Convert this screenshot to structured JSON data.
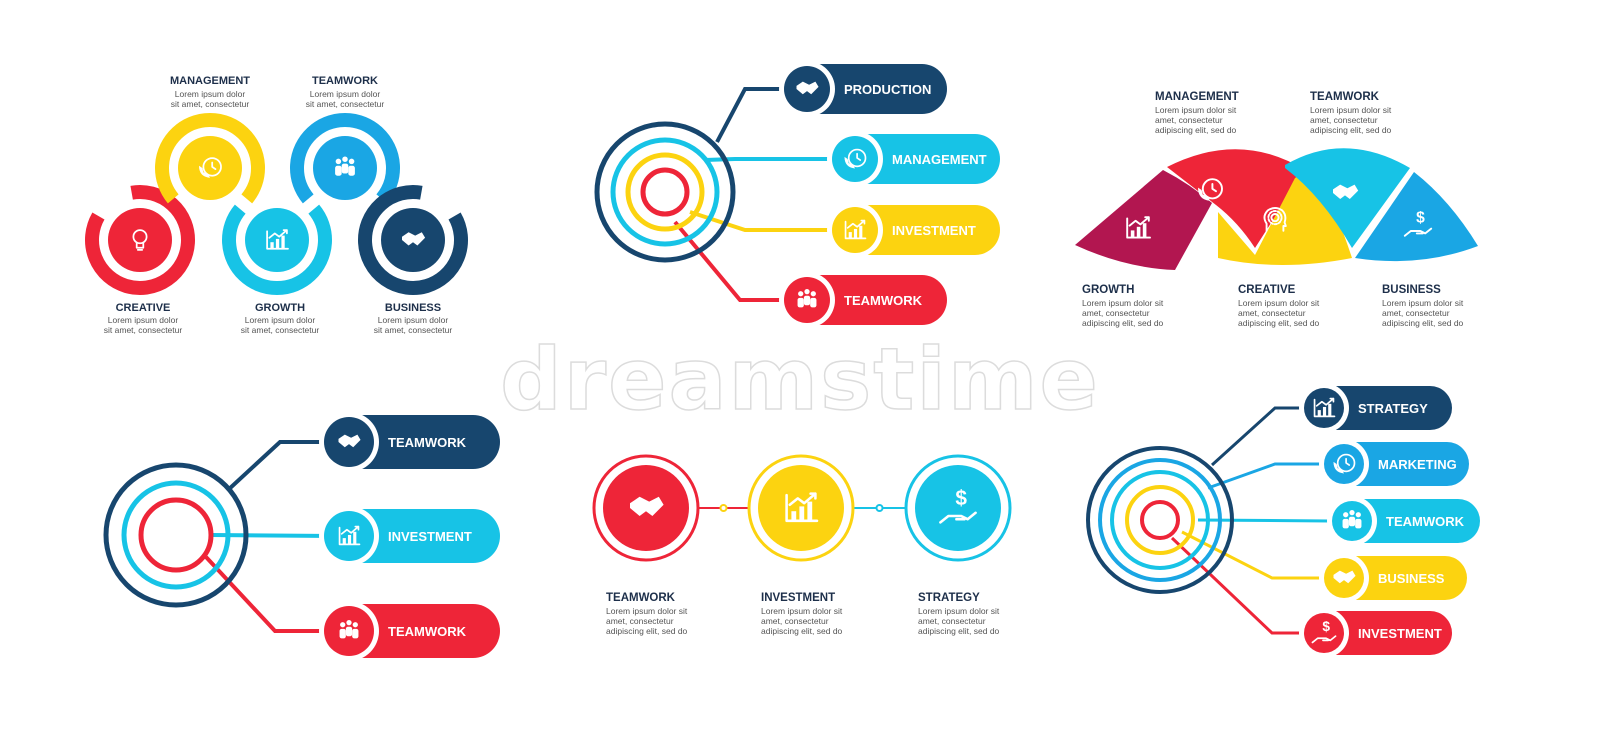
{
  "colors": {
    "navy": "#17466e",
    "red": "#ee2538",
    "yellow": "#fcd310",
    "cyan": "#17c3e6",
    "blue": "#1aa6e4",
    "maroon": "#b21650",
    "text": "#1d2f4a",
    "body": "#555555"
  },
  "watermark": "dreamstime",
  "lorem": {
    "short": [
      "Lorem ipsum dolor",
      "sit amet, consectetur"
    ],
    "long": [
      "Lorem ipsum dolor sit",
      "amet, consectetur",
      "adipiscing elit, sed do"
    ]
  },
  "panel1": {
    "top_labels": [
      {
        "title": "MANAGEMENT",
        "icon": "phone-clock-icon"
      },
      {
        "title": "TEAMWORK",
        "icon": "people-icon"
      }
    ],
    "bottom_labels": [
      {
        "title": "CREATIVE",
        "icon": "lightbulb-icon"
      },
      {
        "title": "GROWTH",
        "icon": "chart-icon"
      },
      {
        "title": "BUSINESS",
        "icon": "handshake-icon"
      }
    ]
  },
  "panel2": {
    "items": [
      {
        "label": "PRODUCTION",
        "icon": "handshake-icon",
        "color": "navy"
      },
      {
        "label": "MANAGEMENT",
        "icon": "phone-clock-icon",
        "color": "cyan"
      },
      {
        "label": "INVESTMENT",
        "icon": "chart-icon",
        "color": "yellow"
      },
      {
        "label": "TEAMWORK",
        "icon": "people-icon",
        "color": "red"
      }
    ]
  },
  "panel3": {
    "top_labels": [
      {
        "title": "MANAGEMENT",
        "icon": "phone-clock-icon"
      },
      {
        "title": "TEAMWORK",
        "icon": "handshake-icon"
      }
    ],
    "bottom_labels": [
      {
        "title": "GROWTH",
        "icon": "chart-icon"
      },
      {
        "title": "CREATIVE",
        "icon": "head-gear-icon"
      },
      {
        "title": "BUSINESS",
        "icon": "money-hand-icon"
      }
    ]
  },
  "panel4": {
    "items": [
      {
        "label": "TEAMWORK",
        "icon": "handshake-icon",
        "color": "navy"
      },
      {
        "label": "INVESTMENT",
        "icon": "chart-icon",
        "color": "cyan"
      },
      {
        "label": "TEAMWORK",
        "icon": "people-icon",
        "color": "red"
      }
    ]
  },
  "panel5": {
    "items": [
      {
        "title": "TEAMWORK",
        "icon": "handshake-icon",
        "color": "red"
      },
      {
        "title": "INVESTMENT",
        "icon": "chart-icon",
        "color": "yellow"
      },
      {
        "title": "STRATEGY",
        "icon": "money-hand-icon",
        "color": "cyan"
      }
    ]
  },
  "panel6": {
    "items": [
      {
        "label": "STRATEGY",
        "icon": "chart-icon",
        "color": "navy"
      },
      {
        "label": "MARKETING",
        "icon": "phone-clock-icon",
        "color": "blue"
      },
      {
        "label": "TEAMWORK",
        "icon": "people-icon",
        "color": "cyan"
      },
      {
        "label": "BUSINESS",
        "icon": "handshake-icon",
        "color": "yellow"
      },
      {
        "label": "INVESTMENT",
        "icon": "money-hand-icon",
        "color": "red"
      }
    ]
  }
}
